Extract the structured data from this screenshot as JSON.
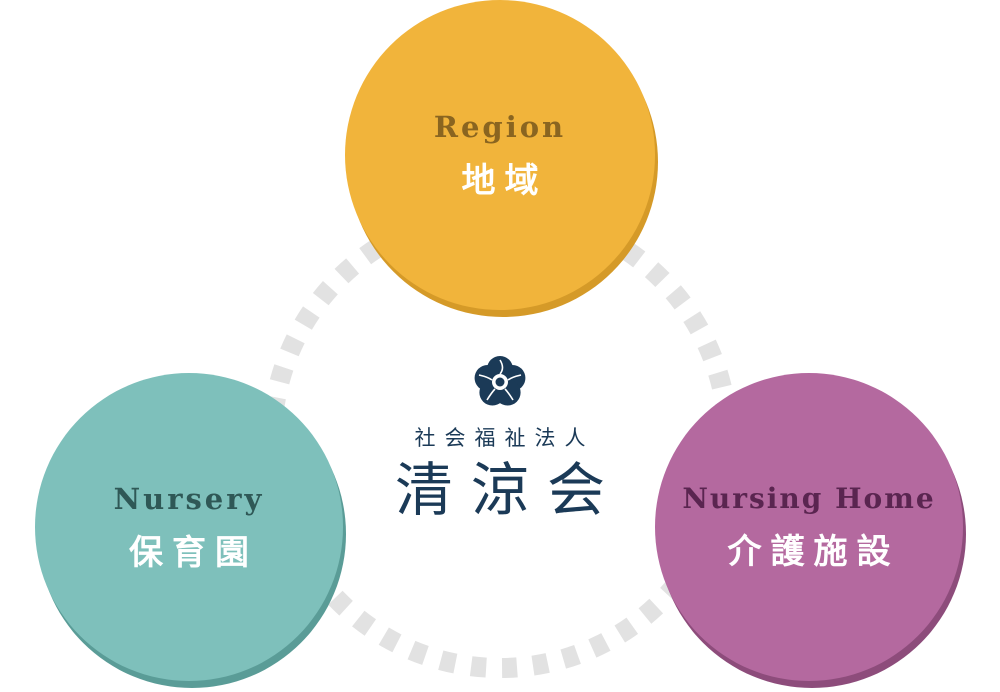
{
  "nodes": {
    "region": {
      "en": "Region",
      "ja": "地域",
      "color": "#f1b43b"
    },
    "nursery": {
      "en": "Nursery",
      "ja": "保育園",
      "color": "#7ec0bb"
    },
    "care": {
      "en": "Nursing Home",
      "ja": "介護施設",
      "color": "#b4699f"
    }
  },
  "center": {
    "logo": "flower-crest-icon",
    "org_type": "社会福祉法人",
    "org_name": "清涼会",
    "color": "#1b3a57"
  },
  "ring_color": "#e2e2e2"
}
